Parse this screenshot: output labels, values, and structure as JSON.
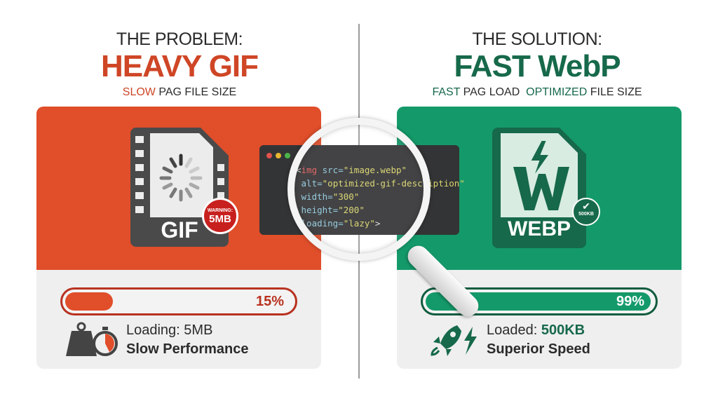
{
  "problem": {
    "kicker": "THE PROBLEM:",
    "title": "HEAVY GIF",
    "sub_accent": "SLOW",
    "sub_rest": "PAG FILE SIZE",
    "file_label": "GIF",
    "badge_top": "WARNING:",
    "badge_value": "5MB",
    "progress_percent": 15,
    "progress_label": "15%",
    "info_line1": "Loading: 5MB",
    "info_line2": "Slow Performance",
    "color": "#e04e2a"
  },
  "solution": {
    "kicker": "THE SOLUTION:",
    "title": "FAST WebP",
    "sub_part1": "FAST",
    "sub_part2": "PAG LOAD",
    "sub_part3": "OPTIMIZED",
    "sub_part4": "FILE SIZE",
    "file_label": "WEBP",
    "badge_value": "500KB",
    "progress_percent": 99,
    "progress_label": "99%",
    "info_prefix": "Loaded:",
    "info_value": "500KB",
    "info_line2": "Superior Speed",
    "color": "#149a6a"
  },
  "code": {
    "l1_open": "<",
    "l1_tag": "img",
    "l1_attr": " src=",
    "l1_val": "\"image.webp\"",
    "l2_attr": "alt=",
    "l2_val": "\"optimized-gif-description\"",
    "l3_attr": "width=",
    "l3_val": "\"300\"",
    "l4_attr": "height=",
    "l4_val": "\"200\"",
    "l5_attr": "loading=",
    "l5_val": "\"lazy\"",
    "l5_close": ">"
  }
}
